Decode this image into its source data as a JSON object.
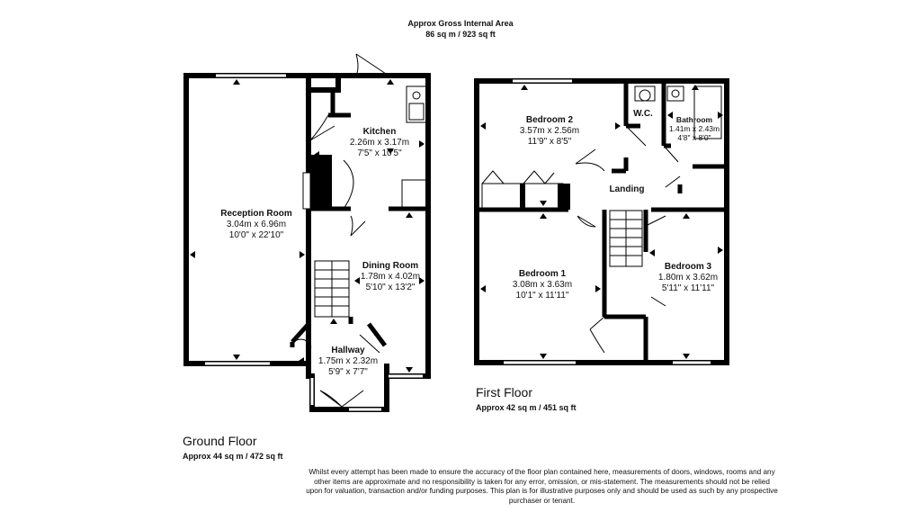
{
  "header": {
    "line1": "Approx Gross Internal Area",
    "line2": "86 sq m / 923 sq ft"
  },
  "ground_floor": {
    "title": "Ground Floor",
    "area": "Approx 44 sq m / 472 sq ft",
    "rooms": {
      "reception": {
        "name": "Reception Room",
        "metric": "3.04m x 6.96m",
        "imperial": "10'0\" x 22'10\""
      },
      "kitchen": {
        "name": "Kitchen",
        "metric": "2.26m x 3.17m",
        "imperial": "7'5\" x 10'5\""
      },
      "dining": {
        "name": "Dining Room",
        "metric": "1.78m x 4.02m",
        "imperial": "5'10\" x 13'2\""
      },
      "hallway": {
        "name": "Hallway",
        "metric": "1.75m x 2.32m",
        "imperial": "5'9\" x 7'7\""
      }
    }
  },
  "first_floor": {
    "title": "First Floor",
    "area": "Approx 42 sq m / 451 sq ft",
    "rooms": {
      "bedroom2": {
        "name": "Bedroom 2",
        "metric": "3.57m x 2.56m",
        "imperial": "11'9\" x 8'5\""
      },
      "wc": {
        "name": "W.C."
      },
      "bathroom": {
        "name": "Bathroom",
        "metric": "1.41m x 2.43m",
        "imperial": "4'8\" x 8'0\""
      },
      "landing": {
        "name": "Landing"
      },
      "bedroom1": {
        "name": "Bedroom 1",
        "metric": "3.08m x 3.63m",
        "imperial": "10'1\" x 11'11\""
      },
      "bedroom3": {
        "name": "Bedroom 3",
        "metric": "1.80m x 3.62m",
        "imperial": "5'11\" x 11'11\""
      }
    }
  },
  "disclaimer": "Whilst every attempt has been made to ensure the accuracy of the floor plan contained here, measurements of doors, windows, rooms and any other items are approximate and no responsibility is taken for any error, omission, or mis-statement. The measurements should not be relied upon for valuation, transaction and/or funding purposes. This plan is for illustrative purposes only and should be used as such by any prospective purchaser or tenant."
}
